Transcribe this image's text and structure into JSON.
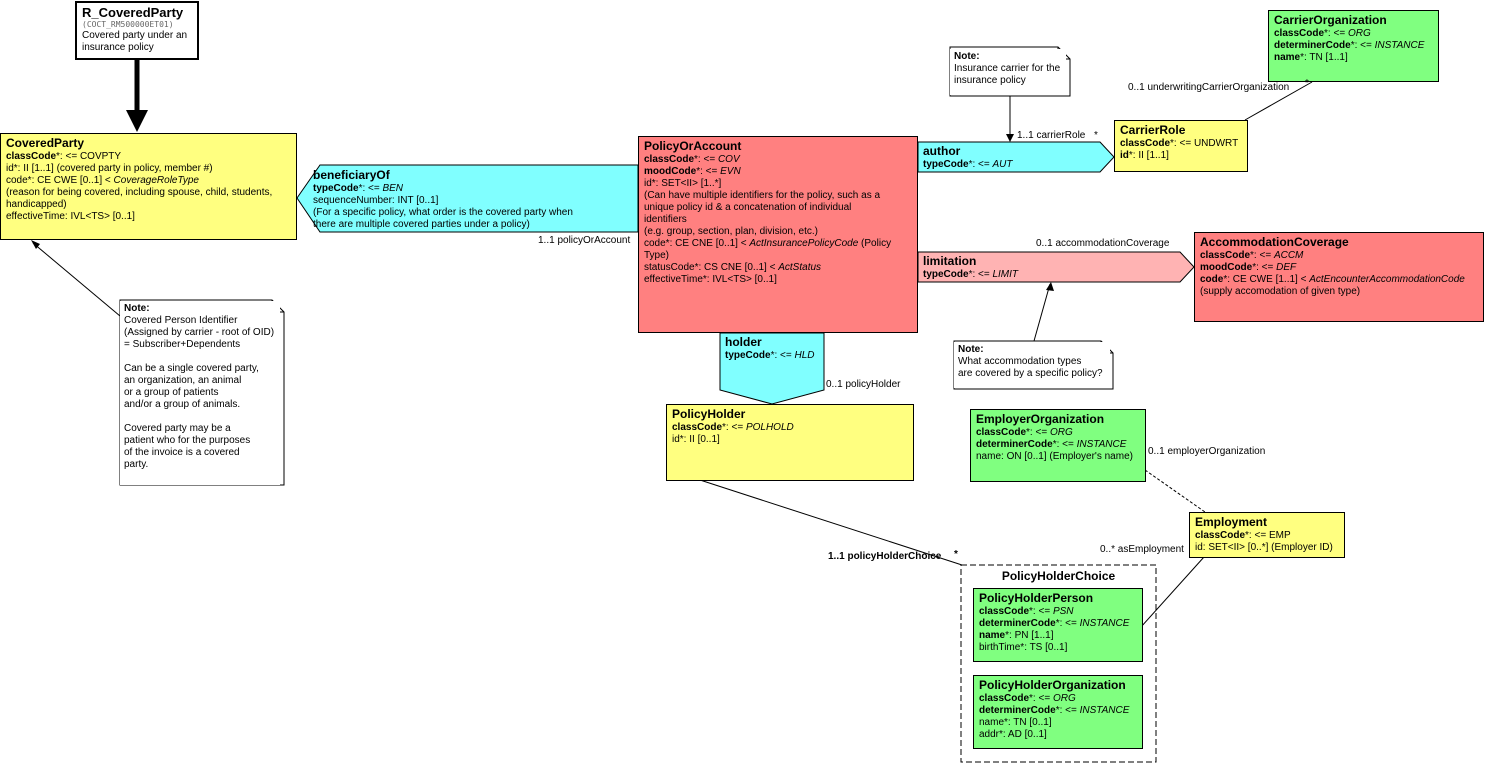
{
  "header": {
    "title": "R_CoveredParty",
    "id": "(COCT_RM500000ET01)",
    "description": "Covered party under an insurance policy"
  },
  "classes": {
    "covered_party": {
      "name": "CoveredParty",
      "attrs": [
        [
          {
            "b": "classCode"
          },
          {
            "t": "*: <= COVPTY"
          }
        ],
        [
          {
            "t": "id*: II [1..1] (covered party in policy, member #)"
          }
        ],
        [
          {
            "t": "code*: CE CWE [0..1] < "
          },
          {
            "i": "CoverageRoleType"
          }
        ],
        [
          {
            "t": " (reason for being covered, including spouse, child, students,"
          }
        ],
        [
          {
            "t": " handicapped)"
          }
        ],
        [
          {
            "t": "effectiveTime: IVL<TS> [0..1]"
          }
        ]
      ]
    },
    "policy_or_account": {
      "name": "PolicyOrAccount",
      "attrs": [
        [
          {
            "b": "classCode"
          },
          {
            "t": "*: <= "
          },
          {
            "i": "COV"
          }
        ],
        [
          {
            "b": "moodCode"
          },
          {
            "t": "*: <= "
          },
          {
            "i": "EVN"
          }
        ],
        [
          {
            "t": "id*: SET<II> [1..*]"
          }
        ],
        [
          {
            "t": " (Can have multiple identifiers for the policy, such as a"
          }
        ],
        [
          {
            "t": " unique policy id & a concatenation of individual"
          }
        ],
        [
          {
            "t": "identifiers"
          }
        ],
        [
          {
            "t": " (e.g. group, section, plan, division, etc.)"
          }
        ],
        [
          {
            "t": "code*: CE CNE [0..1] < "
          },
          {
            "i": "ActInsurancePolicyCode"
          },
          {
            "t": " (Policy"
          }
        ],
        [
          {
            "t": "Type)"
          }
        ],
        [
          {
            "t": "statusCode*: CS CNE [0..1] < "
          },
          {
            "i": "ActStatus"
          }
        ],
        [
          {
            "t": "effectiveTime*: IVL<TS> [0..1]"
          }
        ]
      ]
    },
    "carrier_role": {
      "name": "CarrierRole",
      "attrs": [
        [
          {
            "b": "classCode"
          },
          {
            "t": "*: <= UNDWRT"
          }
        ],
        [
          {
            "b": "id"
          },
          {
            "t": "*: II [1..1]"
          }
        ]
      ]
    },
    "carrier_organization": {
      "name": "CarrierOrganization",
      "attrs": [
        [
          {
            "b": "classCode"
          },
          {
            "t": "*: <= "
          },
          {
            "i": "ORG"
          }
        ],
        [
          {
            "b": "determinerCode"
          },
          {
            "t": "*: <= "
          },
          {
            "i": "INSTANCE"
          }
        ],
        [
          {
            "b": "name"
          },
          {
            "t": "*: TN [1..1]"
          }
        ]
      ]
    },
    "accommodation_coverage": {
      "name": "AccommodationCoverage",
      "attrs": [
        [
          {
            "b": "classCode"
          },
          {
            "t": "*: <= "
          },
          {
            "i": "ACCM"
          }
        ],
        [
          {
            "b": "moodCode"
          },
          {
            "t": "*: <= "
          },
          {
            "i": "DEF"
          }
        ],
        [
          {
            "b": "code"
          },
          {
            "t": "*: CE CWE [1..1] < "
          },
          {
            "i": "ActEncounterAccommodationCode"
          }
        ],
        [
          {
            "t": " (supply accomodation of given type)"
          }
        ]
      ]
    },
    "policy_holder": {
      "name": "PolicyHolder",
      "attrs": [
        [
          {
            "b": "classCode"
          },
          {
            "t": "*: <= "
          },
          {
            "i": "POLHOLD"
          }
        ],
        [
          {
            "t": "id*: II [0..1]"
          }
        ]
      ]
    },
    "employer_organization": {
      "name": "EmployerOrganization",
      "attrs": [
        [
          {
            "b": "classCode"
          },
          {
            "t": "*: <= "
          },
          {
            "i": "ORG"
          }
        ],
        [
          {
            "b": "determinerCode"
          },
          {
            "t": "*: <= "
          },
          {
            "i": "INSTANCE"
          }
        ],
        [
          {
            "t": "name: ON [0..1] (Employer's name)"
          }
        ]
      ]
    },
    "employment": {
      "name": "Employment",
      "attrs": [
        [
          {
            "b": "classCode"
          },
          {
            "t": "*: <= EMP"
          }
        ],
        [
          {
            "t": "id: SET<II> [0..*] (Employer ID)"
          }
        ]
      ]
    },
    "policy_holder_person": {
      "name": "PolicyHolderPerson",
      "attrs": [
        [
          {
            "b": "classCode"
          },
          {
            "t": "*: <= "
          },
          {
            "i": "PSN"
          }
        ],
        [
          {
            "b": "determinerCode"
          },
          {
            "t": "*: <= "
          },
          {
            "i": "INSTANCE"
          }
        ],
        [
          {
            "b": "name"
          },
          {
            "t": "*: PN [1..1]"
          }
        ],
        [
          {
            "t": "birthTime*: TS [0..1]"
          }
        ]
      ]
    },
    "policy_holder_organization": {
      "name": "PolicyHolderOrganization",
      "attrs": [
        [
          {
            "b": "classCode"
          },
          {
            "t": "*: <= "
          },
          {
            "i": "ORG"
          }
        ],
        [
          {
            "b": "determinerCode"
          },
          {
            "t": "*: <= "
          },
          {
            "i": "INSTANCE"
          }
        ],
        [
          {
            "t": "name*: TN [0..1]"
          }
        ],
        [
          {
            "t": "addr*: AD [0..1]"
          }
        ]
      ]
    }
  },
  "relationships": {
    "beneficiary_of": {
      "name": "beneficiaryOf",
      "attrs": [
        [
          {
            "b": "typeCode"
          },
          {
            "t": "*: <= "
          },
          {
            "i": "BEN"
          }
        ],
        [
          {
            "t": "sequenceNumber: INT [0..1]"
          }
        ],
        [
          {
            "t": " (For a specific policy, what order is the covered party when"
          }
        ],
        [
          {
            "t": " there are multiple covered parties under a policy)"
          }
        ]
      ]
    },
    "author": {
      "name": "author",
      "attrs": [
        [
          {
            "b": "typeCode"
          },
          {
            "t": "*: <= "
          },
          {
            "i": "AUT"
          }
        ]
      ]
    },
    "limitation": {
      "name": "limitation",
      "attrs": [
        [
          {
            "b": "typeCode"
          },
          {
            "t": "*: <= "
          },
          {
            "i": "LIMIT"
          }
        ]
      ]
    },
    "holder": {
      "name": "holder",
      "attrs": [
        [
          {
            "b": "typeCode"
          },
          {
            "t": "*: <= "
          },
          {
            "i": "HLD"
          }
        ]
      ]
    }
  },
  "choice": {
    "name": "PolicyHolderChoice"
  },
  "notes": {
    "covered_person": {
      "title": "Note:",
      "body": "Covered Person Identifier\n(Assigned by carrier - root of OID)\n= Subscriber+Dependents\n\nCan be a single covered party,\nan organization, an animal\nor a group of patients\nand/or a group of animals.\n\nCovered party may be a\npatient who for the purposes\nof the invoice is a covered\nparty."
    },
    "carrier": {
      "title": "Note:",
      "body": "Insurance carrier for the\ninsurance policy"
    },
    "accommodation": {
      "title": "Note:",
      "body": "What accommodation types\nare covered by a specific policy?"
    }
  },
  "labels": {
    "policy_or_account": "1..1 policyOrAccount",
    "carrier_role": "1..1 carrierRole",
    "carrier_role_star": "*",
    "underwriting": "0..1 underwritingCarrierOrganization",
    "underwriting_star": "*",
    "accommodation_coverage": "0..1 accommodationCoverage",
    "policy_holder": "0..1 policyHolder",
    "employer_organization": "0..1 employerOrganization",
    "as_employment": "0..* asEmployment",
    "policy_holder_choice": "1..1 policyHolderChoice",
    "policy_holder_choice_star": "*"
  }
}
